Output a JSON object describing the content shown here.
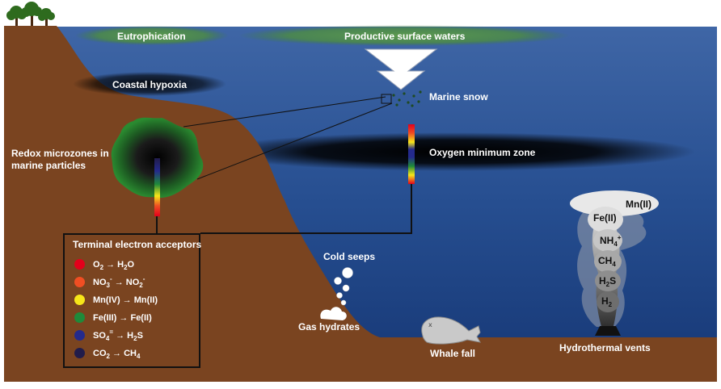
{
  "labels": {
    "eutrophication": "Eutrophication",
    "productive_surface_waters": "Productive surface waters",
    "coastal_hypoxia": "Coastal hypoxia",
    "marine_snow": "Marine snow",
    "redox_microzones_line1": "Redox microzones in",
    "redox_microzones_line2": "marine particles",
    "oxygen_minimum_zone": "Oxygen minimum zone",
    "cold_seeps": "Cold seeps",
    "gas_hydrates": "Gas hydrates",
    "whale_fall": "Whale fall",
    "hydrothermal_vents": "Hydrothermal vents"
  },
  "vent_species": [
    {
      "main": "Mn(II)",
      "sub": "",
      "sup": ""
    },
    {
      "main": "Fe(II)",
      "sub": "",
      "sup": ""
    },
    {
      "main": "NH",
      "sub": "4",
      "sup": "+"
    },
    {
      "main": "CH",
      "sub": "4",
      "sup": ""
    },
    {
      "main": "H",
      "sub": "2",
      "sup": "",
      "tail": "S"
    },
    {
      "main": "H",
      "sub": "2",
      "sup": ""
    }
  ],
  "legend": {
    "title": "Terminal electron acceptors",
    "items": [
      {
        "color": "#e3001b",
        "ox": "O",
        "ox_sub": "2",
        "ox_sup": "",
        "arrow": "→",
        "red": "H",
        "red_sub": "2",
        "red_tail": "O",
        "red_sup": ""
      },
      {
        "color": "#f04e23",
        "ox": "NO",
        "ox_sub": "3",
        "ox_sup": "-",
        "arrow": "→",
        "red": "NO",
        "red_sub": "2",
        "red_tail": "",
        "red_sup": "-"
      },
      {
        "color": "#f7e619",
        "ox": "Mn(IV)",
        "ox_sub": "",
        "ox_sup": "",
        "arrow": "→",
        "red": "Mn(II)",
        "red_sub": "",
        "red_tail": "",
        "red_sup": ""
      },
      {
        "color": "#1f8a3a",
        "ox": "Fe(III)",
        "ox_sub": "",
        "ox_sup": "",
        "arrow": "→",
        "red": "Fe(II)",
        "red_sub": "",
        "red_tail": "",
        "red_sup": ""
      },
      {
        "color": "#242a8c",
        "ox": "SO",
        "ox_sub": "4",
        "ox_sup": "=",
        "arrow": "→",
        "red": "H",
        "red_sub": "2",
        "red_tail": "S",
        "red_sup": ""
      },
      {
        "color": "#211c4a",
        "ox": "CO",
        "ox_sub": "2",
        "ox_sup": "",
        "arrow": "→",
        "red": "CH",
        "red_sub": "4",
        "red_tail": "",
        "red_sup": ""
      }
    ]
  },
  "colors": {
    "sediment": "#7a4420",
    "ocean_top": "#3a5fa0",
    "ocean_bottom": "#173a78",
    "tree_green": "#2e6b1e",
    "algae_green": "#3f8a3c"
  }
}
